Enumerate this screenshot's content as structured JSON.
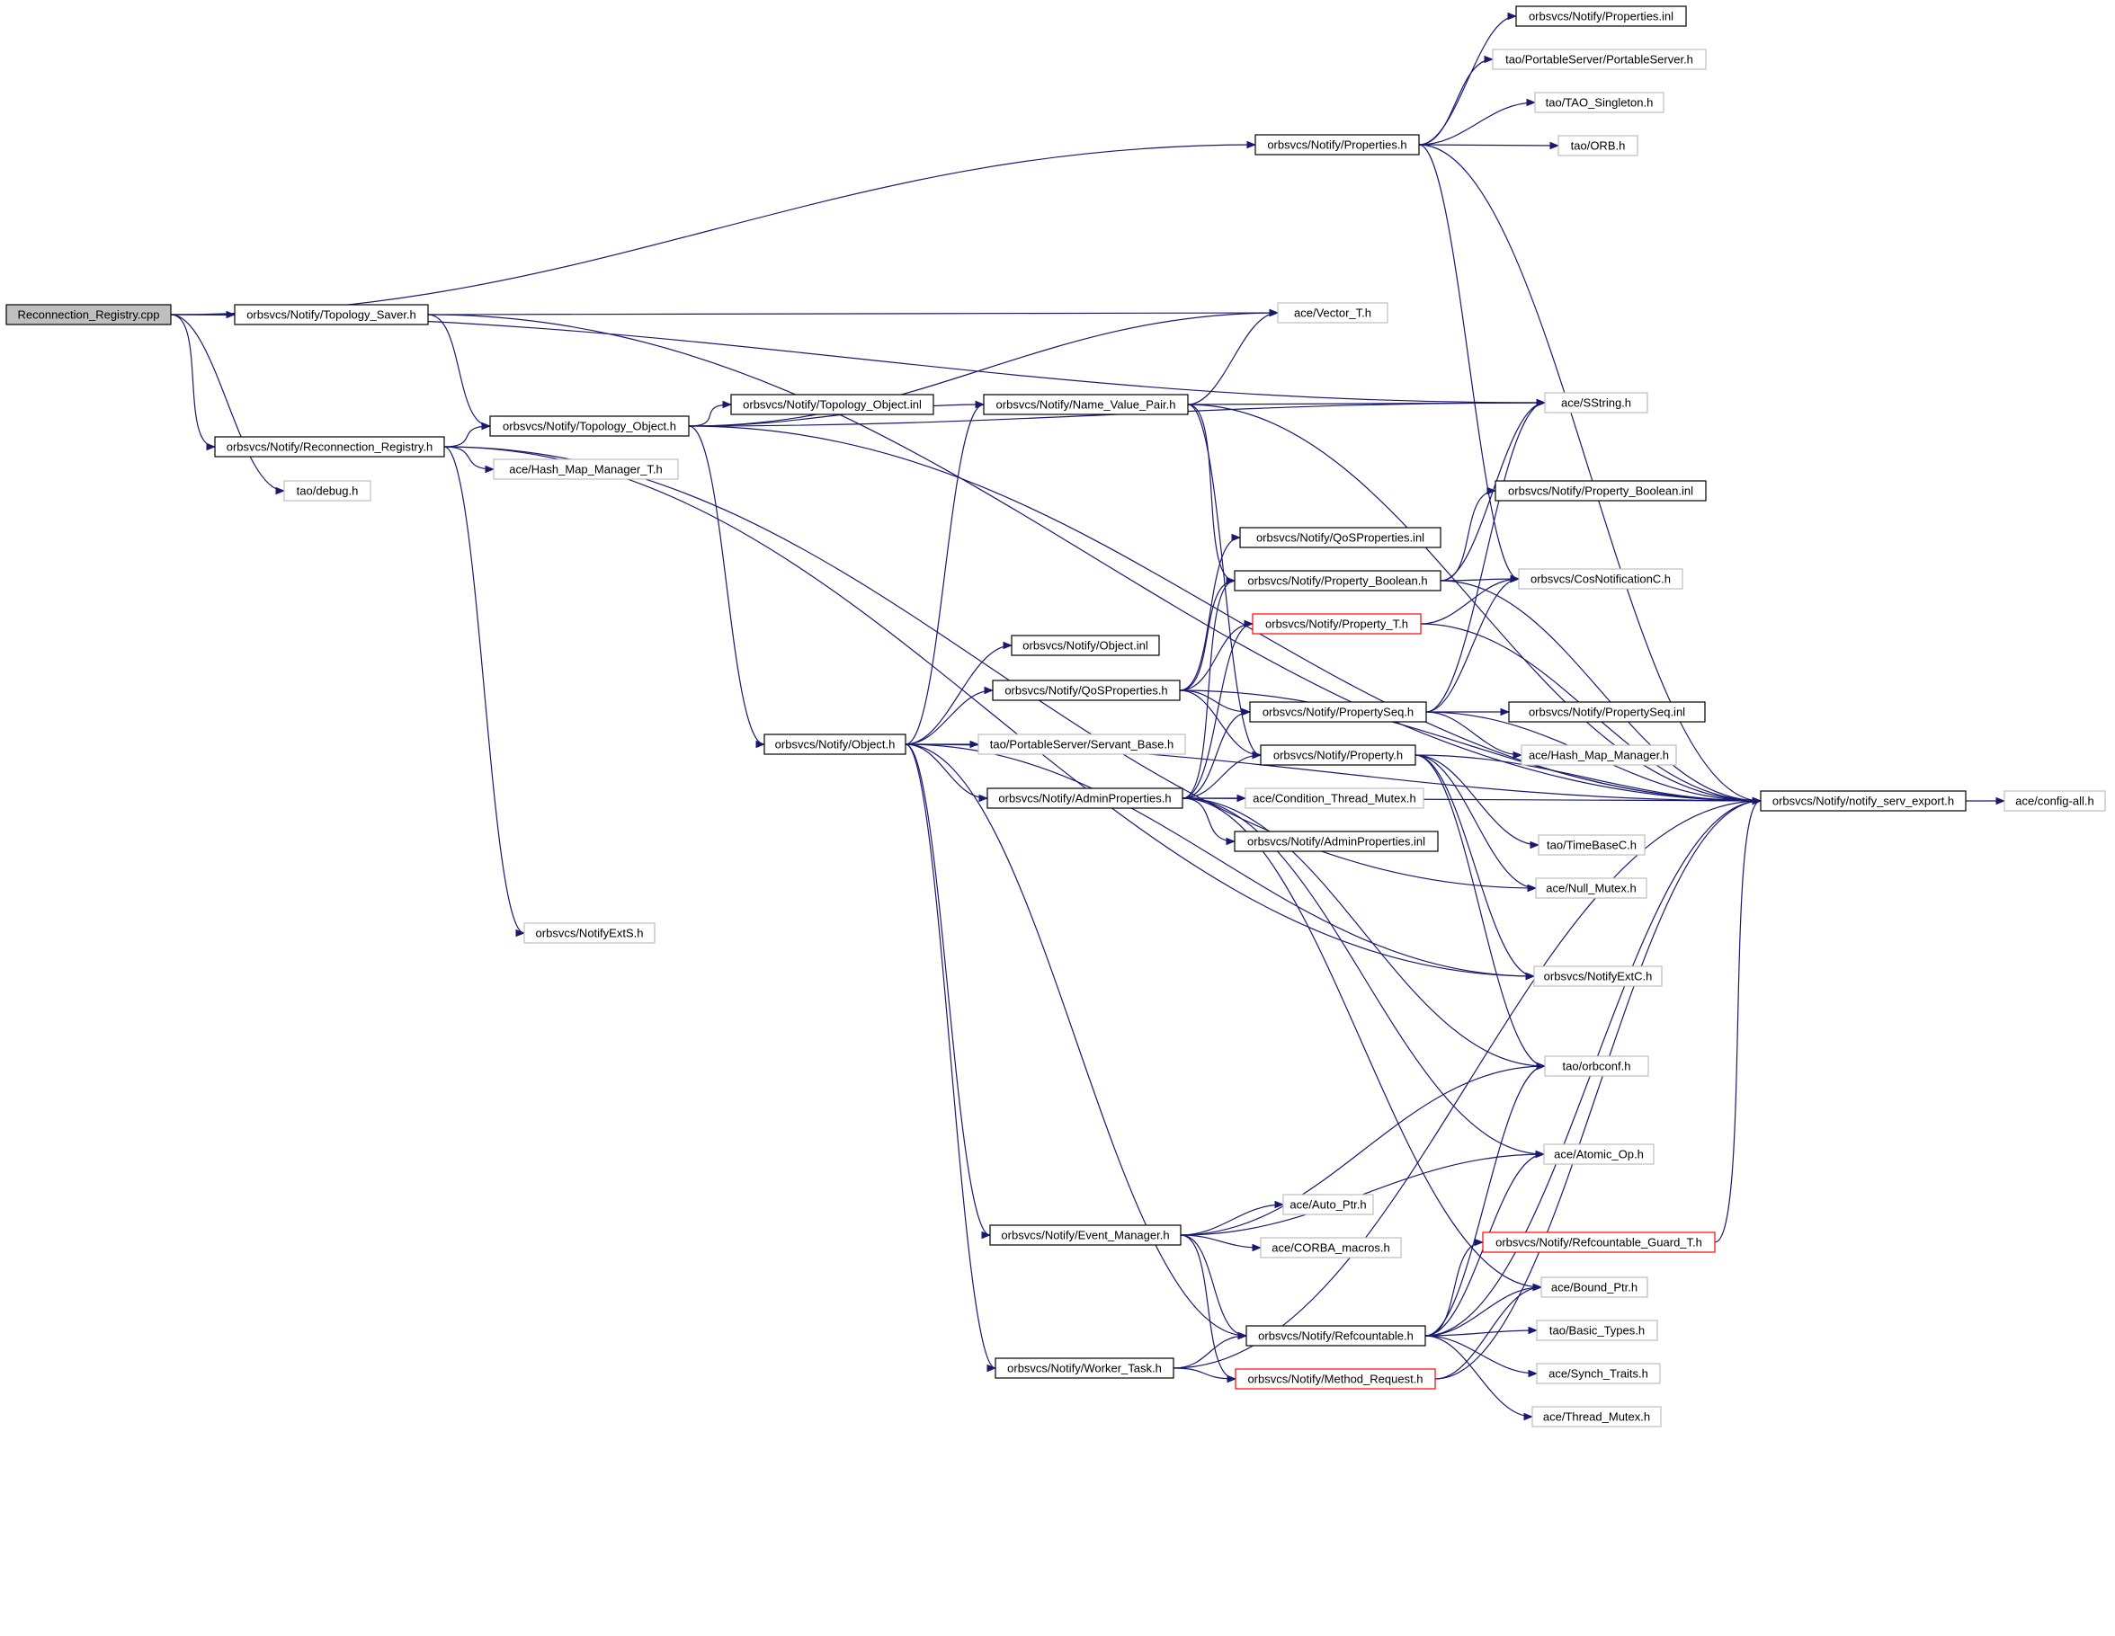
{
  "diagram": {
    "colors": {
      "edge": "#191970",
      "root_fill": "#bfbfbf",
      "documented_border": "#000000",
      "undocumented_border": "#bfbfbf",
      "truncated_border": "#ff0000"
    },
    "nodes": [
      {
        "id": "n01",
        "label": "Reconnection_Registry.cpp",
        "style": "root"
      },
      {
        "id": "n02",
        "label": "orbsvcs/Notify/Properties.h",
        "style": "documented"
      },
      {
        "id": "n03",
        "label": "orbsvcs/Notify/Topology_Saver.h",
        "style": "documented"
      },
      {
        "id": "n04",
        "label": "orbsvcs/Notify/Reconnection_Registry.h",
        "style": "documented"
      },
      {
        "id": "n05",
        "label": "tao/debug.h",
        "style": "undocumented"
      },
      {
        "id": "n06",
        "label": "orbsvcs/Notify/Properties.inl",
        "style": "documented"
      },
      {
        "id": "n07",
        "label": "tao/PortableServer/PortableServer.h",
        "style": "undocumented"
      },
      {
        "id": "n08",
        "label": "tao/TAO_Singleton.h",
        "style": "undocumented"
      },
      {
        "id": "n09",
        "label": "tao/ORB.h",
        "style": "undocumented"
      },
      {
        "id": "n10",
        "label": "ace/Vector_T.h",
        "style": "undocumented"
      },
      {
        "id": "n11",
        "label": "ace/SString.h",
        "style": "undocumented"
      },
      {
        "id": "n12",
        "label": "orbsvcs/Notify/Topology_Object.h",
        "style": "documented"
      },
      {
        "id": "n13",
        "label": "orbsvcs/Notify/Topology_Object.inl",
        "style": "documented"
      },
      {
        "id": "n14",
        "label": "orbsvcs/Notify/Name_Value_Pair.h",
        "style": "documented"
      },
      {
        "id": "n15",
        "label": "ace/Hash_Map_Manager_T.h",
        "style": "undocumented"
      },
      {
        "id": "n16",
        "label": "orbsvcs/NotifyExtS.h",
        "style": "undocumented"
      },
      {
        "id": "n17",
        "label": "orbsvcs/Notify/Property_Boolean.inl",
        "style": "documented"
      },
      {
        "id": "n18",
        "label": "orbsvcs/Notify/QoSProperties.inl",
        "style": "documented"
      },
      {
        "id": "n19",
        "label": "orbsvcs/Notify/Property_Boolean.h",
        "style": "documented"
      },
      {
        "id": "n20",
        "label": "orbsvcs/CosNotificationC.h",
        "style": "undocumented"
      },
      {
        "id": "n21",
        "label": "orbsvcs/Notify/Property_T.h",
        "style": "truncated"
      },
      {
        "id": "n22",
        "label": "orbsvcs/Notify/Object.inl",
        "style": "documented"
      },
      {
        "id": "n23",
        "label": "orbsvcs/Notify/QoSProperties.h",
        "style": "documented"
      },
      {
        "id": "n24",
        "label": "orbsvcs/Notify/PropertySeq.h",
        "style": "documented"
      },
      {
        "id": "n25",
        "label": "orbsvcs/Notify/PropertySeq.inl",
        "style": "documented"
      },
      {
        "id": "n26",
        "label": "orbsvcs/Notify/Object.h",
        "style": "documented"
      },
      {
        "id": "n27",
        "label": "tao/PortableServer/Servant_Base.h",
        "style": "undocumented"
      },
      {
        "id": "n28",
        "label": "ace/Hash_Map_Manager.h",
        "style": "undocumented"
      },
      {
        "id": "n29",
        "label": "orbsvcs/Notify/Property.h",
        "style": "documented"
      },
      {
        "id": "n30",
        "label": "orbsvcs/Notify/notify_serv_export.h",
        "style": "documented"
      },
      {
        "id": "n31",
        "label": "ace/config-all.h",
        "style": "undocumented"
      },
      {
        "id": "n32",
        "label": "orbsvcs/Notify/AdminProperties.h",
        "style": "documented"
      },
      {
        "id": "n33",
        "label": "ace/Condition_Thread_Mutex.h",
        "style": "undocumented"
      },
      {
        "id": "n34",
        "label": "orbsvcs/Notify/AdminProperties.inl",
        "style": "documented"
      },
      {
        "id": "n35",
        "label": "tao/TimeBaseC.h",
        "style": "undocumented"
      },
      {
        "id": "n36",
        "label": "ace/Null_Mutex.h",
        "style": "undocumented"
      },
      {
        "id": "n37",
        "label": "orbsvcs/NotifyExtC.h",
        "style": "undocumented"
      },
      {
        "id": "n38",
        "label": "tao/orbconf.h",
        "style": "undocumented"
      },
      {
        "id": "n39",
        "label": "ace/Atomic_Op.h",
        "style": "undocumented"
      },
      {
        "id": "n40",
        "label": "ace/Auto_Ptr.h",
        "style": "undocumented"
      },
      {
        "id": "n41",
        "label": "orbsvcs/Notify/Event_Manager.h",
        "style": "documented"
      },
      {
        "id": "n42",
        "label": "ace/CORBA_macros.h",
        "style": "undocumented"
      },
      {
        "id": "n43",
        "label": "orbsvcs/Notify/Refcountable_Guard_T.h",
        "style": "truncated"
      },
      {
        "id": "n44",
        "label": "ace/Bound_Ptr.h",
        "style": "undocumented"
      },
      {
        "id": "n45",
        "label": "orbsvcs/Notify/Refcountable.h",
        "style": "documented"
      },
      {
        "id": "n46",
        "label": "tao/Basic_Types.h",
        "style": "undocumented"
      },
      {
        "id": "n47",
        "label": "orbsvcs/Notify/Worker_Task.h",
        "style": "documented"
      },
      {
        "id": "n48",
        "label": "orbsvcs/Notify/Method_Request.h",
        "style": "truncated"
      },
      {
        "id": "n49",
        "label": "ace/Synch_Traits.h",
        "style": "undocumented"
      },
      {
        "id": "n50",
        "label": "ace/Thread_Mutex.h",
        "style": "undocumented"
      }
    ],
    "edges": [
      [
        "n01",
        "n02"
      ],
      [
        "n01",
        "n03"
      ],
      [
        "n01",
        "n04"
      ],
      [
        "n01",
        "n05"
      ],
      [
        "n01",
        "n11"
      ],
      [
        "n02",
        "n06"
      ],
      [
        "n02",
        "n07"
      ],
      [
        "n02",
        "n08"
      ],
      [
        "n02",
        "n09"
      ],
      [
        "n02",
        "n30"
      ],
      [
        "n02",
        "n20"
      ],
      [
        "n03",
        "n10"
      ],
      [
        "n03",
        "n12"
      ],
      [
        "n03",
        "n30"
      ],
      [
        "n04",
        "n12"
      ],
      [
        "n04",
        "n15"
      ],
      [
        "n04",
        "n16"
      ],
      [
        "n04",
        "n36"
      ],
      [
        "n04",
        "n37"
      ],
      [
        "n12",
        "n13"
      ],
      [
        "n12",
        "n14"
      ],
      [
        "n12",
        "n26"
      ],
      [
        "n12",
        "n10"
      ],
      [
        "n12",
        "n11"
      ],
      [
        "n12",
        "n30"
      ],
      [
        "n14",
        "n10"
      ],
      [
        "n14",
        "n11"
      ],
      [
        "n14",
        "n19"
      ],
      [
        "n14",
        "n29"
      ],
      [
        "n14",
        "n30"
      ],
      [
        "n26",
        "n14"
      ],
      [
        "n26",
        "n22"
      ],
      [
        "n26",
        "n23"
      ],
      [
        "n26",
        "n27"
      ],
      [
        "n26",
        "n32"
      ],
      [
        "n26",
        "n41"
      ],
      [
        "n26",
        "n45"
      ],
      [
        "n26",
        "n47"
      ],
      [
        "n26",
        "n30"
      ],
      [
        "n26",
        "n37"
      ],
      [
        "n23",
        "n18"
      ],
      [
        "n23",
        "n19"
      ],
      [
        "n23",
        "n21"
      ],
      [
        "n23",
        "n24"
      ],
      [
        "n23",
        "n29"
      ],
      [
        "n23",
        "n30"
      ],
      [
        "n19",
        "n17"
      ],
      [
        "n19",
        "n20"
      ],
      [
        "n19",
        "n11"
      ],
      [
        "n19",
        "n30"
      ],
      [
        "n21",
        "n20"
      ],
      [
        "n21",
        "n30"
      ],
      [
        "n24",
        "n25"
      ],
      [
        "n24",
        "n28"
      ],
      [
        "n24",
        "n20"
      ],
      [
        "n24",
        "n11"
      ],
      [
        "n24",
        "n30"
      ],
      [
        "n29",
        "n35"
      ],
      [
        "n29",
        "n36"
      ],
      [
        "n29",
        "n38"
      ],
      [
        "n29",
        "n30"
      ],
      [
        "n29",
        "n37"
      ],
      [
        "n32",
        "n19"
      ],
      [
        "n32",
        "n21"
      ],
      [
        "n32",
        "n24"
      ],
      [
        "n32",
        "n29"
      ],
      [
        "n32",
        "n33"
      ],
      [
        "n32",
        "n34"
      ],
      [
        "n32",
        "n38"
      ],
      [
        "n32",
        "n39"
      ],
      [
        "n32",
        "n44"
      ],
      [
        "n32",
        "n30"
      ],
      [
        "n41",
        "n40"
      ],
      [
        "n41",
        "n42"
      ],
      [
        "n41",
        "n45"
      ],
      [
        "n41",
        "n38"
      ],
      [
        "n41",
        "n39"
      ],
      [
        "n41",
        "n48"
      ],
      [
        "n45",
        "n43"
      ],
      [
        "n45",
        "n44"
      ],
      [
        "n45",
        "n46"
      ],
      [
        "n45",
        "n49"
      ],
      [
        "n45",
        "n50"
      ],
      [
        "n45",
        "n38"
      ],
      [
        "n45",
        "n39"
      ],
      [
        "n45",
        "n30"
      ],
      [
        "n47",
        "n45"
      ],
      [
        "n47",
        "n48"
      ],
      [
        "n47",
        "n30"
      ],
      [
        "n48",
        "n44"
      ],
      [
        "n48",
        "n30"
      ],
      [
        "n43",
        "n30"
      ],
      [
        "n30",
        "n31"
      ]
    ]
  }
}
